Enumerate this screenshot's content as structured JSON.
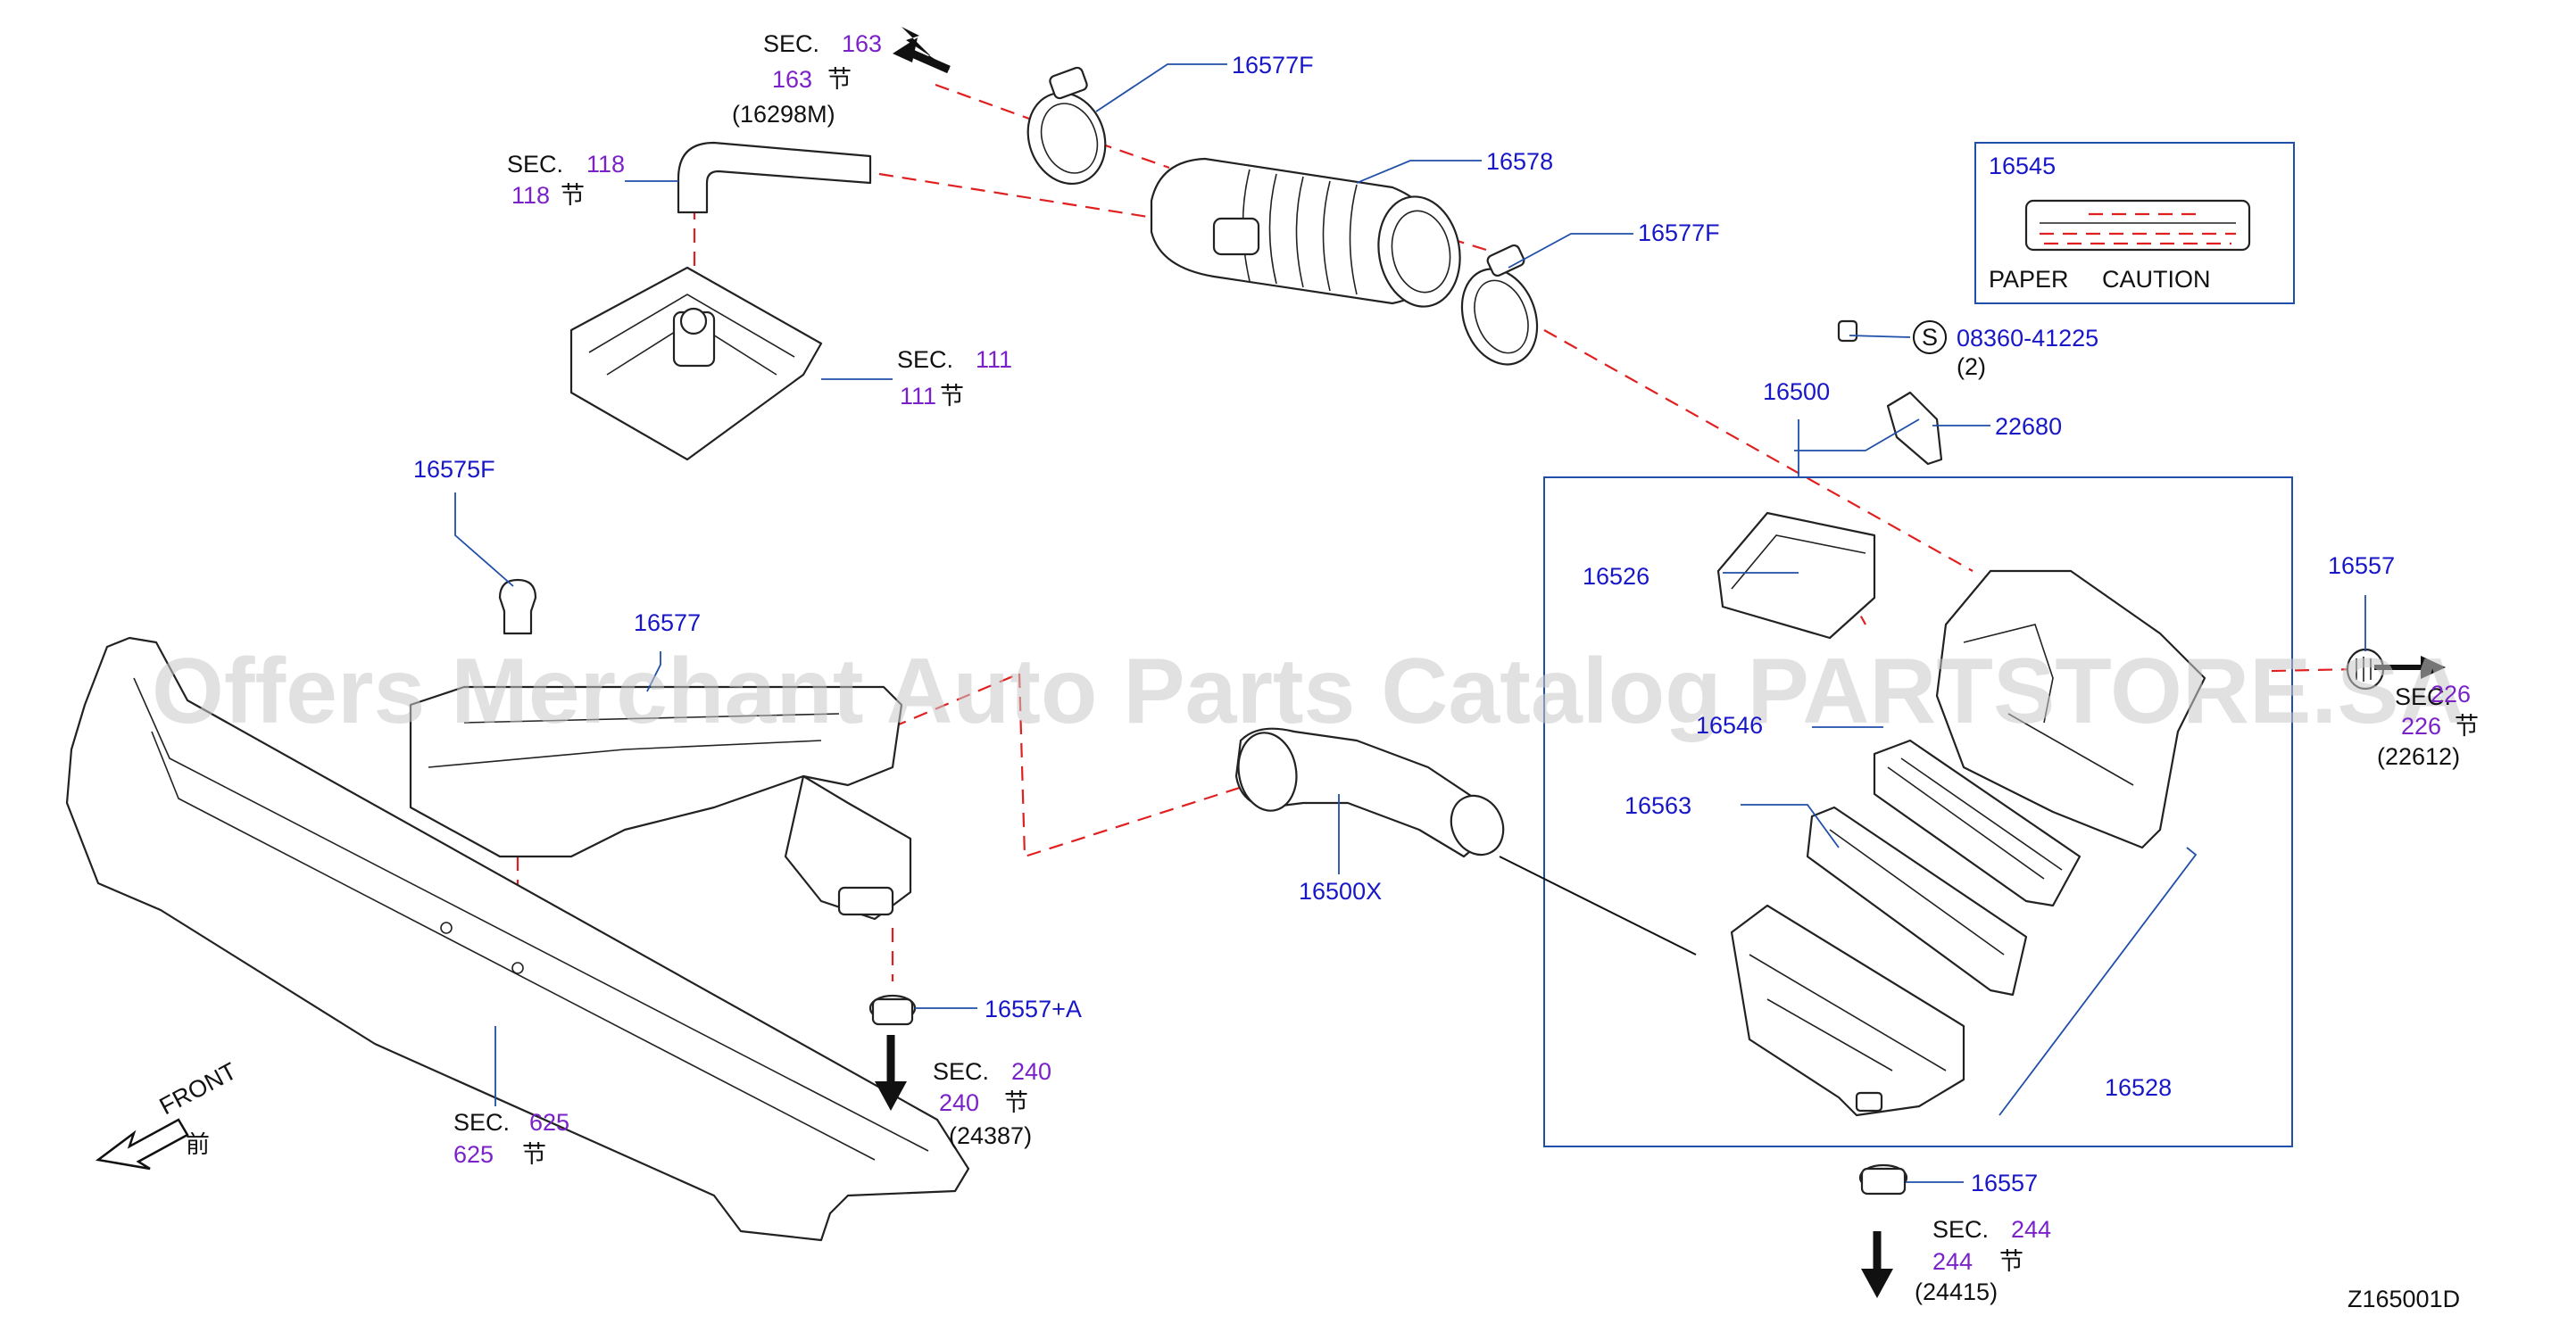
{
  "watermark": "Offers Merchant Auto Parts Catalog PARTSTORE.SA",
  "diagram_id": "Z165001D",
  "front_label": "FRONT",
  "front_label_cn": "前",
  "sec_prefix": "SEC.",
  "sec_cn": "节",
  "sections": {
    "s163": {
      "num": "163",
      "ref": "(16298M)"
    },
    "s118": {
      "num": "118"
    },
    "s111": {
      "num": "111"
    },
    "s240": {
      "num": "240",
      "ref": "(24387)"
    },
    "s625": {
      "num": "625"
    },
    "s226": {
      "num": "226",
      "ref": "(22612)"
    },
    "s244": {
      "num": "244",
      "ref": "(24415)"
    }
  },
  "parts": {
    "p16577F_a": "16577F",
    "p16578": "16578",
    "p16577F_b": "16577F",
    "p16545": "16545",
    "p08360": "08360-41225",
    "p08360_qty": "(2)",
    "p08360_symbol": "S",
    "p16500": "16500",
    "p22680": "22680",
    "p16575F": "16575F",
    "p16577": "16577",
    "p16526": "16526",
    "p16557_r": "16557",
    "p16546": "16546",
    "p16563": "16563",
    "p16500X": "16500X",
    "p16557A": "16557+A",
    "p16528": "16528",
    "p16557_b": "16557"
  },
  "caution_label": {
    "left": "PAPER",
    "right": "CAUTION"
  },
  "colors": {
    "part_number": "#1717c8",
    "section_number": "#7a22c8",
    "leader": "#1f4fa8",
    "dashed_line": "#e02020"
  }
}
